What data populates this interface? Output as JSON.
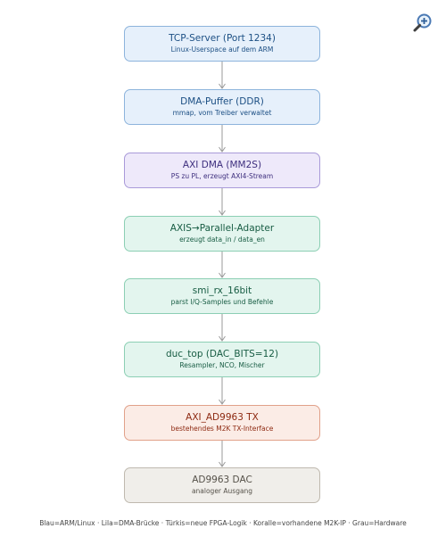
{
  "nodes": [
    {
      "title": "TCP-Server (Port 1234)",
      "subtitle": "Linux-Userspace auf dem ARM",
      "color": "blue"
    },
    {
      "title": "DMA-Puffer (DDR)",
      "subtitle": "mmap, vom Treiber verwaltet",
      "color": "blue"
    },
    {
      "title": "AXI DMA (MM2S)",
      "subtitle": "PS zu PL, erzeugt AXI4-Stream",
      "color": "lila"
    },
    {
      "title": "AXIS→Parallel-Adapter",
      "subtitle": "erzeugt data_in / data_en",
      "color": "tuerkis"
    },
    {
      "title": "smi_rx_16bit",
      "subtitle": "parst I/Q-Samples und Befehle",
      "color": "tuerkis"
    },
    {
      "title": "duc_top (DAC_BITS=12)",
      "subtitle": "Resampler, NCO, Mischer",
      "color": "tuerkis"
    },
    {
      "title": "AXI_AD9963 TX",
      "subtitle": "bestehendes M2K TX-Interface",
      "color": "koralle"
    },
    {
      "title": "AD9963 DAC",
      "subtitle": "analoger Ausgang",
      "color": "grau"
    }
  ],
  "legend": "Blau=ARM/Linux · Lila=DMA-Brücke · Türkis=neue FPGA-Logik · Koralle=vorhandene M2K-IP · Grau=Hardware",
  "toolbar": {
    "zoom_icon": "zoom-in-icon"
  }
}
